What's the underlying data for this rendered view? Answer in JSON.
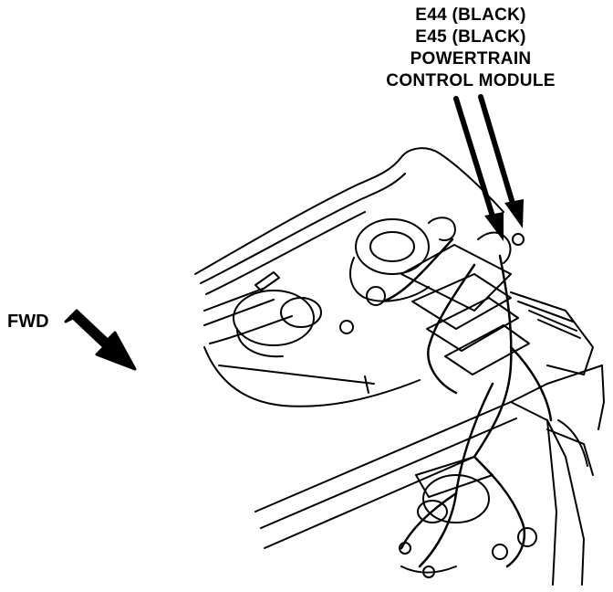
{
  "callout": {
    "connector_1": "E44 (BLACK)",
    "connector_2": "E45 (BLACK)",
    "module_line_1": "POWERTRAIN",
    "module_line_2": "CONTROL MODULE"
  },
  "direction_label": "FWD",
  "colors": {
    "ink": "#000000",
    "paper": "#ffffff"
  }
}
